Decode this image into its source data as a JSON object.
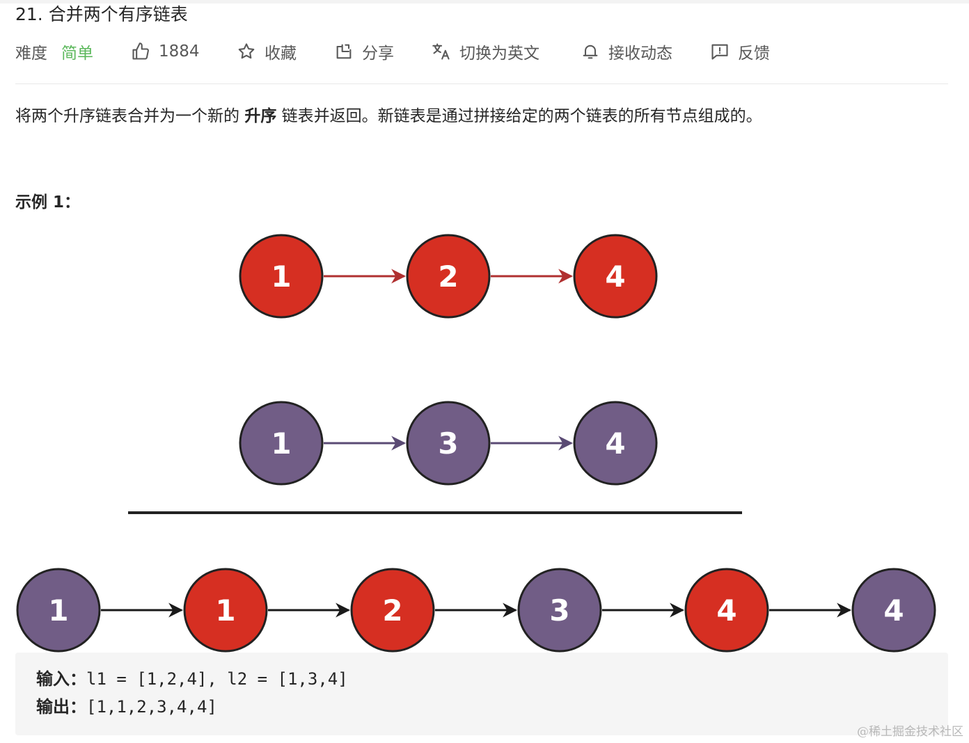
{
  "problem": {
    "title": "21. 合并两个有序链表"
  },
  "toolbar": {
    "difficulty_label": "难度",
    "difficulty_value": "简单",
    "like_count": "1884",
    "favorite_label": "收藏",
    "share_label": "分享",
    "translate_label": "切换为英文",
    "subscribe_label": "接收动态",
    "feedback_label": "反馈",
    "icons": {
      "like": "thumbs-up-icon",
      "favorite": "star-icon",
      "share": "share-icon",
      "translate": "translate-icon",
      "subscribe": "bell-icon",
      "feedback": "feedback-icon"
    }
  },
  "description": {
    "before": "将两个升序链表合并为一个新的 ",
    "emphasis": "升序",
    "after": " 链表并返回。新链表是通过拼接给定的两个链表的所有节点组成的。"
  },
  "example": {
    "title": "示例 1：",
    "input_label": "输入：",
    "input_value": "l1 = [1,2,4], l2 = [1,3,4]",
    "output_label": "输出：",
    "output_value": "[1,1,2,3,4,4]"
  },
  "diagram": {
    "list1": {
      "values": [
        "1",
        "2",
        "4"
      ],
      "color": "red"
    },
    "list2": {
      "values": [
        "1",
        "3",
        "4"
      ],
      "color": "purple"
    },
    "merged": [
      {
        "value": "1",
        "color": "purple"
      },
      {
        "value": "1",
        "color": "red"
      },
      {
        "value": "2",
        "color": "red"
      },
      {
        "value": "3",
        "color": "purple"
      },
      {
        "value": "4",
        "color": "red"
      },
      {
        "value": "4",
        "color": "purple"
      }
    ],
    "colors": {
      "red": "#d62f22",
      "purple": "#715d86",
      "red_arrow": "#b03030",
      "purple_arrow": "#5a4a74",
      "black_arrow": "#1a1a1a",
      "node_border": "#222222"
    }
  },
  "watermark": "@稀土掘金技术社区"
}
